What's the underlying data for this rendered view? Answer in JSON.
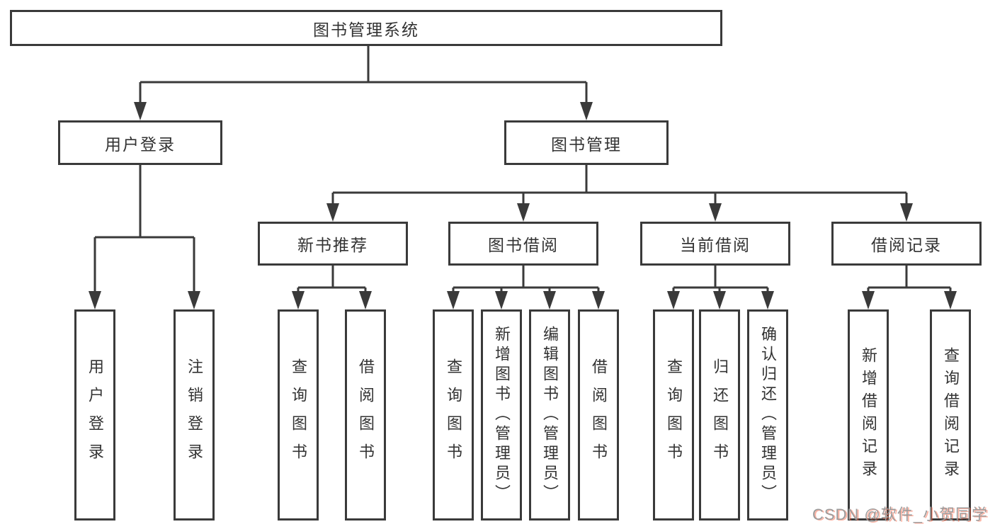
{
  "nodes": {
    "root": "图书管理系统",
    "user_login": "用户登录",
    "book_management": "图书管理",
    "new_book_recommend": "新书推荐",
    "book_borrow": "图书借阅",
    "current_borrow": "当前借阅",
    "borrow_records": "借阅记录",
    "leaf_user_login": "用户登录",
    "leaf_logout": "注销登录",
    "leaf_rec_query_book": "查询图书",
    "leaf_rec_borrow_book": "借阅图书",
    "leaf_bb_query_book": "查询图书",
    "leaf_bb_add_book": "新增图书（管理员）",
    "leaf_bb_edit_book": "编辑图书（管理员）",
    "leaf_bb_borrow_book": "借阅图书",
    "leaf_cb_query_book": "查询图书",
    "leaf_cb_return_book": "归还图书",
    "leaf_cb_confirm_return": "确认归还（管理员）",
    "leaf_br_add_record": "新增借阅记录",
    "leaf_br_query_record": "查询借阅记录"
  },
  "watermark": {
    "text": "CSDN @软件_小贺同学"
  },
  "colors": {
    "line": "#3a3a3a",
    "box_border": "#3a3a3a",
    "box_fill": "#ffffff",
    "text": "#333333",
    "watermark_gray": "#9c9c9c",
    "watermark_red": "#fc5531"
  }
}
